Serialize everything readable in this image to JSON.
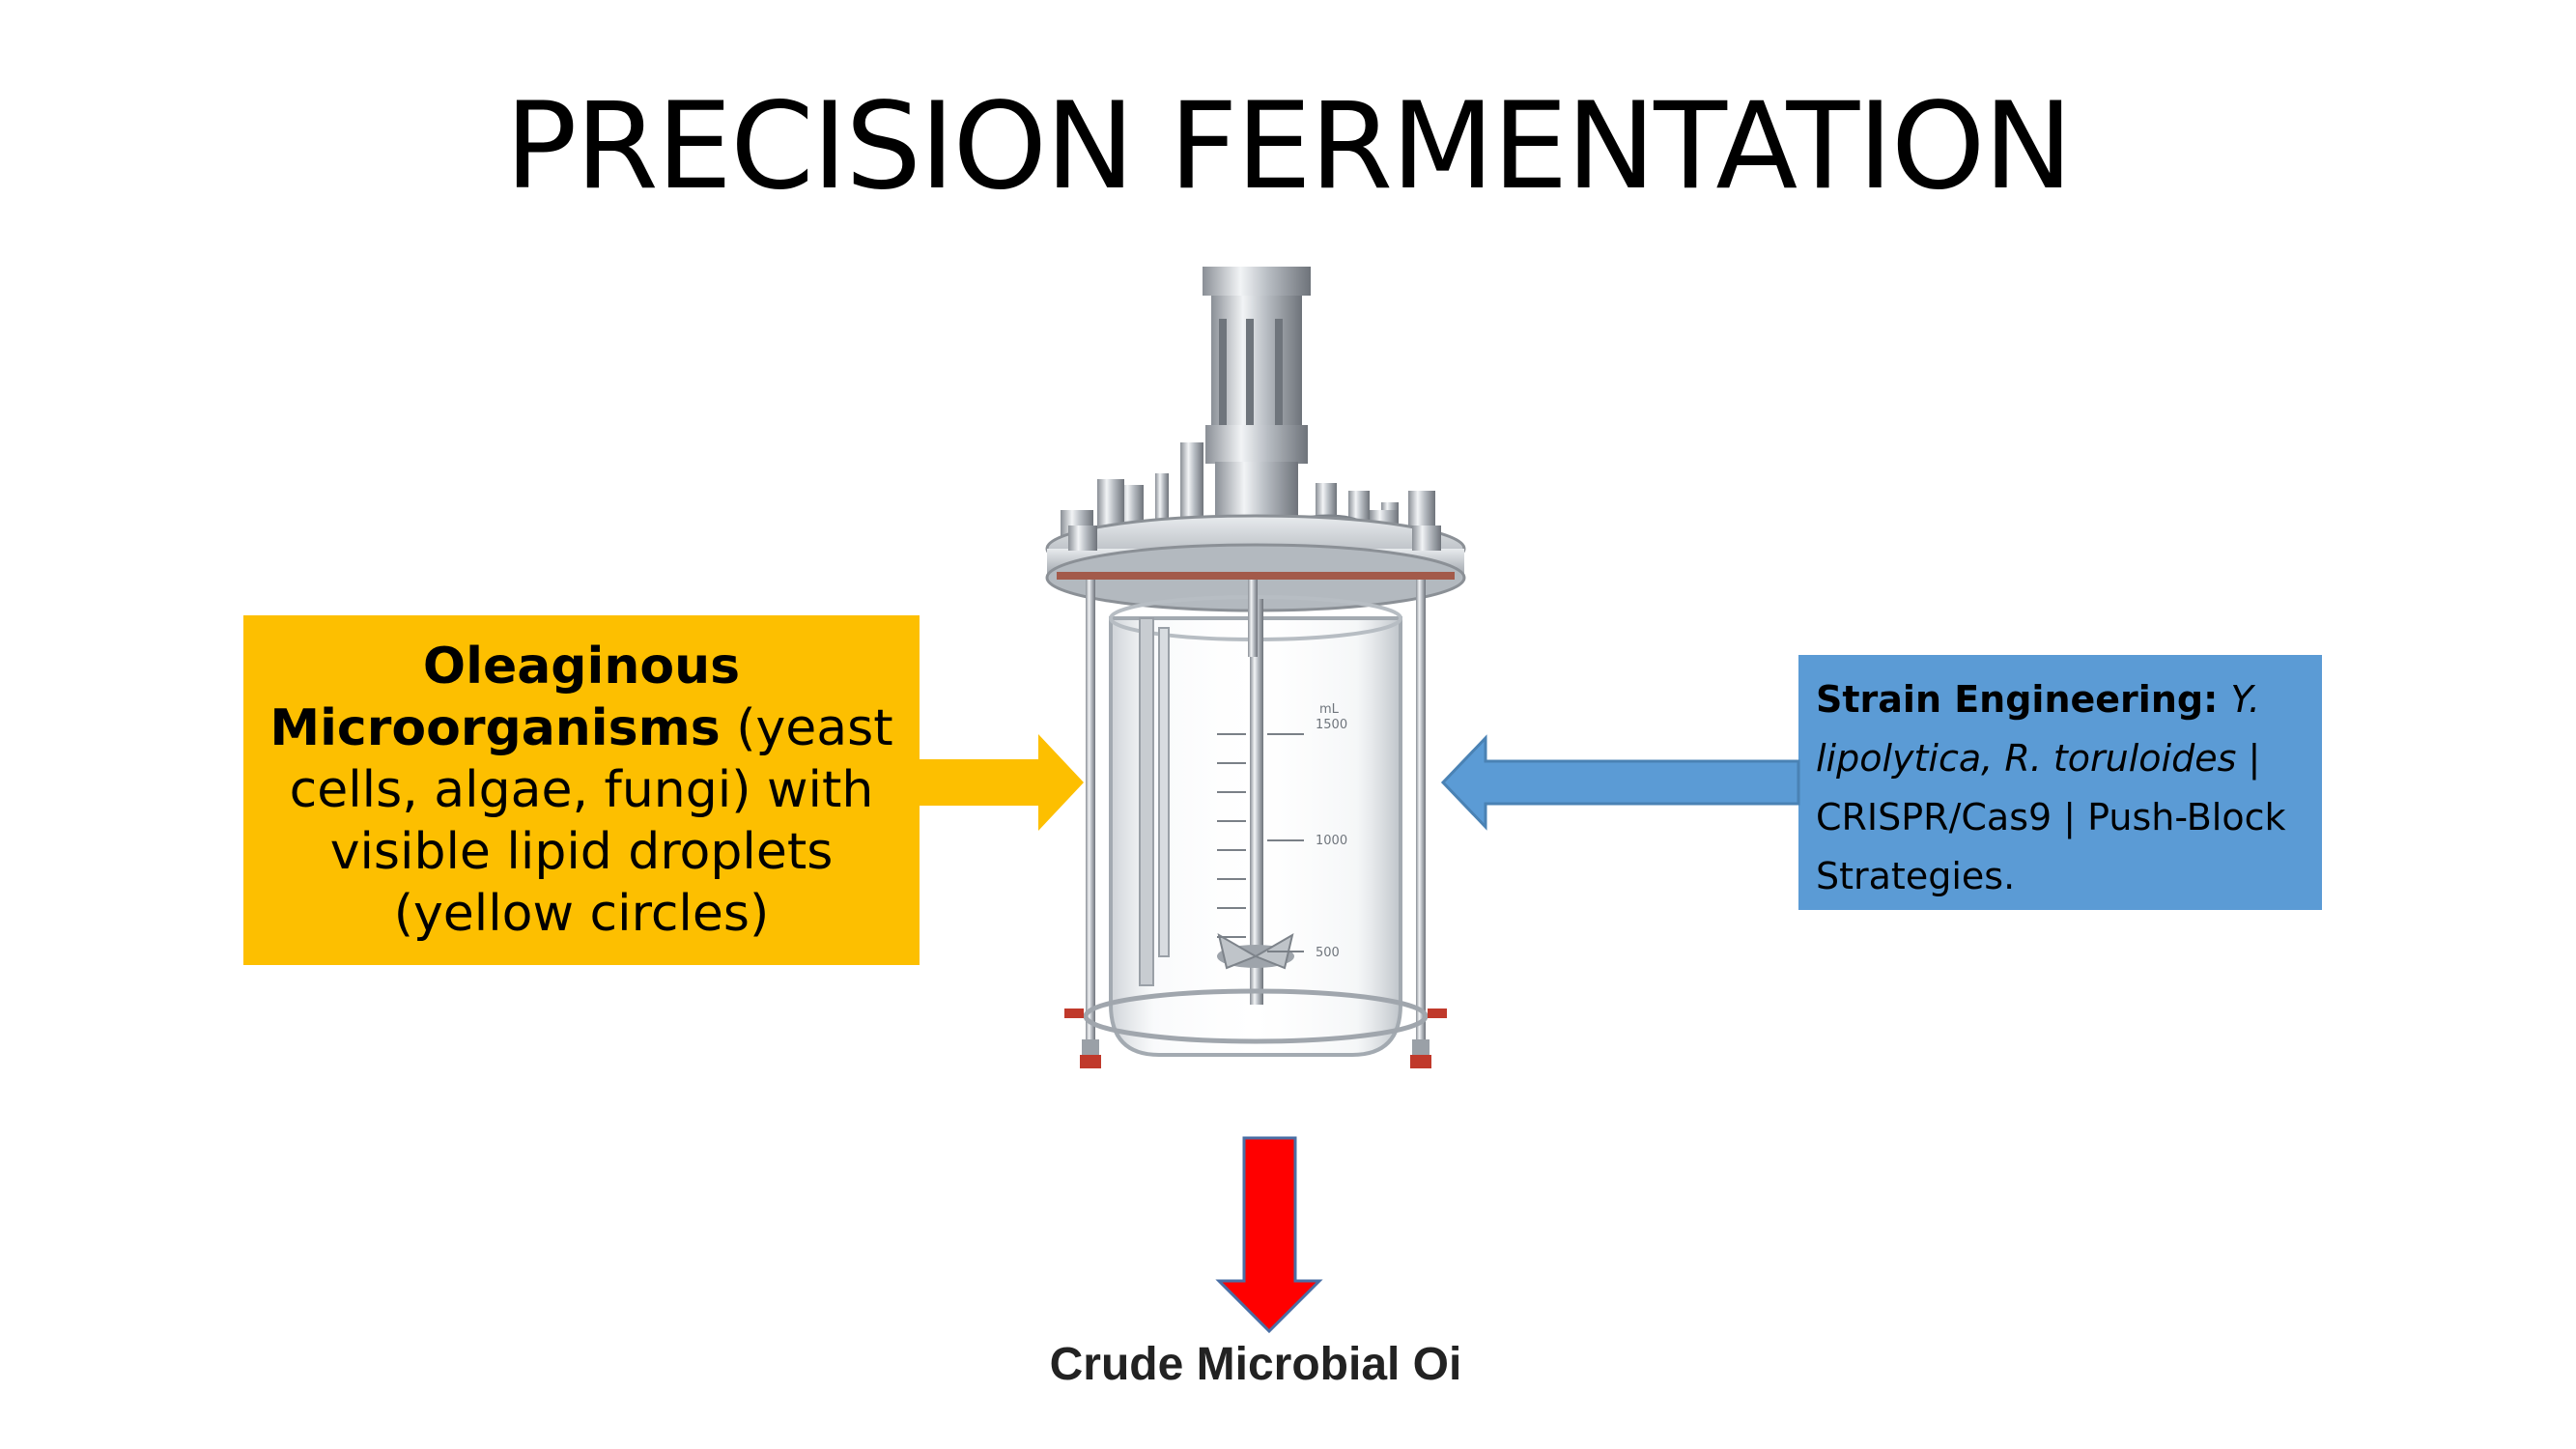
{
  "slide": {
    "title": "PRECISION FERMENTATION"
  },
  "left_box": {
    "bold_text": "Oleaginous Microorganisms",
    "normal_text": " (yeast cells, algae, fungi) with visible lipid droplets (yellow circles)",
    "color": "#fdbf00"
  },
  "right_box": {
    "bold_text": "Strain Engineering: ",
    "italic_text": "Y. lipolytica, R. toruloides",
    "normal_text": " | CRISPR/Cas9 | Push-Block Strategies.",
    "color": "#5b9bd5"
  },
  "output": {
    "label": "Crude Microbial Oi",
    "arrow_color": "#ff0000"
  },
  "bioreactor": {
    "scale_top": "mL",
    "scale_values": [
      "1500",
      "1000",
      "500"
    ]
  }
}
